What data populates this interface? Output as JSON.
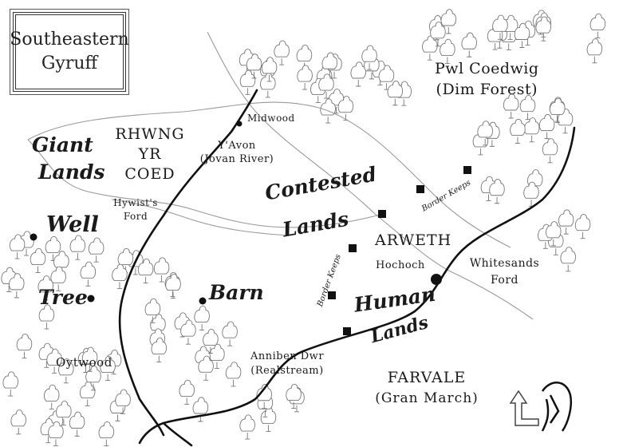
{
  "title": {
    "line1": "Southeastern",
    "line2": "Gyruff"
  },
  "regions": {
    "forest_north": {
      "line1": "Pwl Coedwig",
      "line2": "(Dim Forest)"
    },
    "giant_lands": {
      "line1": "Giant",
      "line2": "Lands"
    },
    "rhwng": {
      "line1": "RHWNG",
      "line2": "YR",
      "line3": "COED"
    },
    "contested": {
      "line1": "Contested",
      "line2": "Lands"
    },
    "arweth": "ARWETH",
    "human_lands": {
      "line1": "Human",
      "line2": "Lands"
    },
    "oytwood": "Oytwood",
    "farvale": {
      "line1": "FARVALE",
      "line2": "(Gran March)"
    }
  },
  "rivers": {
    "yavon": {
      "line1": "Y'Avon",
      "line2": "(Jovan River)"
    },
    "anniben": {
      "line1": "Anniben Dwr",
      "line2": "(Realstream)"
    }
  },
  "places": {
    "midwood": "Midwood",
    "hywist": {
      "line1": "Hywist's",
      "line2": "Ford"
    },
    "well": "Well",
    "tree": "Tree",
    "barn": "Barn",
    "hochoch": "Hochoch",
    "whitesands": {
      "line1": "Whitesands",
      "line2": "Ford"
    },
    "border_keeps_ne": "Border Keeps",
    "border_keeps_w": "Border Keeps"
  }
}
